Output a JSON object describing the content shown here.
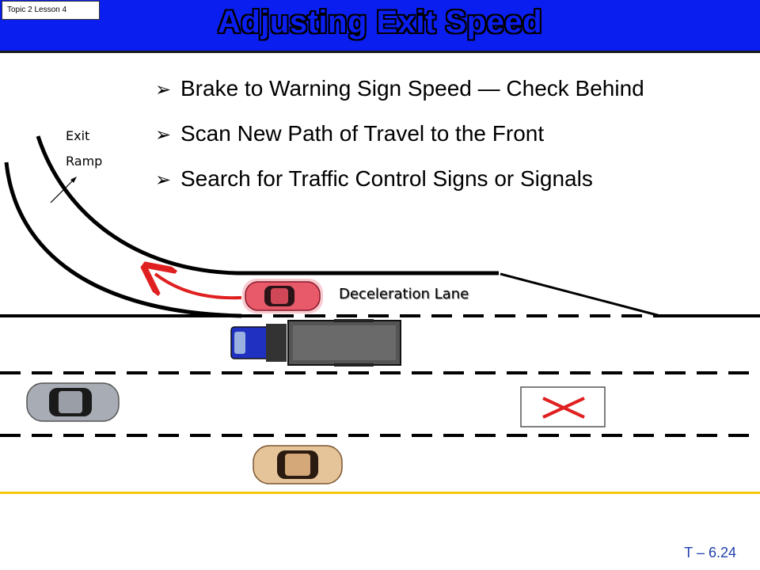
{
  "header": {
    "topic_tag": "Topic 2 Lesson 4",
    "title": "Adjusting Exit Speed"
  },
  "bullets": [
    {
      "text": "Brake to Warning Sign Speed — Check Behind"
    },
    {
      "text": "Scan New Path of Travel to the Front"
    },
    {
      "text": "Search for Traffic Control Signs or Signals"
    }
  ],
  "diagram": {
    "exit_label": "Exit",
    "ramp_label": "Ramp",
    "decel_lane_label": "Deceleration Lane",
    "colors": {
      "header_blue": "#0a1ef0",
      "arrow_red": "#e02020",
      "yellow_line": "#f2c811",
      "lead_car": "#e85a6a",
      "truck_cab": "#2030c0"
    },
    "icons": [
      "red-x-icon",
      "curved-arrow-icon"
    ]
  },
  "footer": {
    "slide_number": "T – 6.24"
  }
}
